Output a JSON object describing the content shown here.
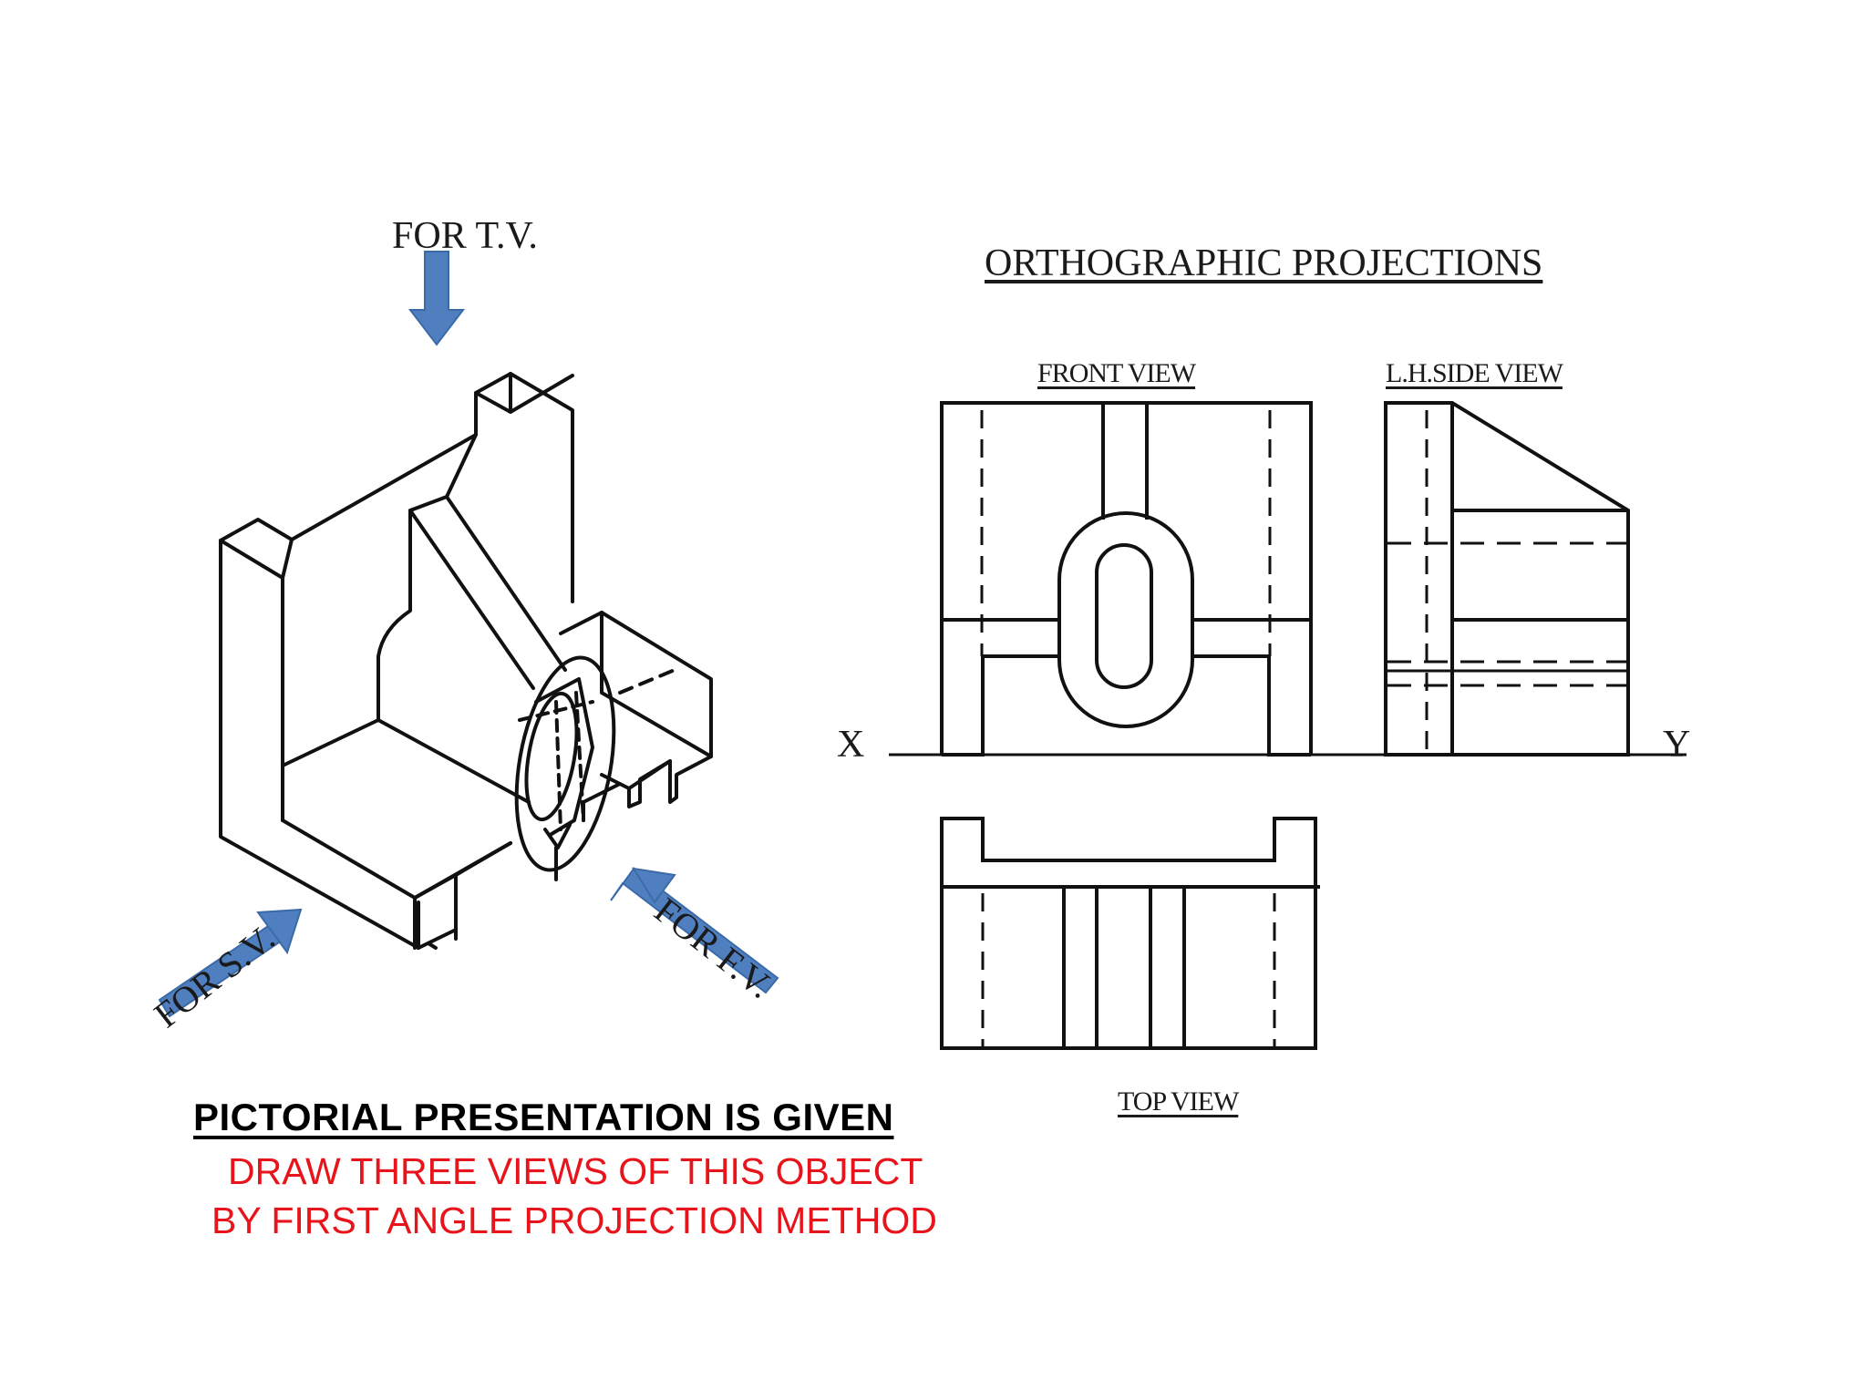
{
  "projections": {
    "title": "ORTHOGRAPHIC PROJECTIONS",
    "front_view": "FRONT VIEW",
    "side_view": "L.H.SIDE VIEW",
    "top_view": "TOP VIEW",
    "x_label": "X",
    "y_label": "Y"
  },
  "pictorial": {
    "tv_arrow_label": "FOR T.V.",
    "fv_arrow_label": "FOR F.V.",
    "sv_arrow_label": "FOR S.V.",
    "arrow_color": "#4f7fbf"
  },
  "instructions": {
    "heading": "PICTORIAL PRESENTATION IS GIVEN",
    "line1": "DRAW THREE VIEWS OF THIS OBJECT",
    "line2": "BY FIRST ANGLE PROJECTION METHOD",
    "color": "#e8141b"
  }
}
